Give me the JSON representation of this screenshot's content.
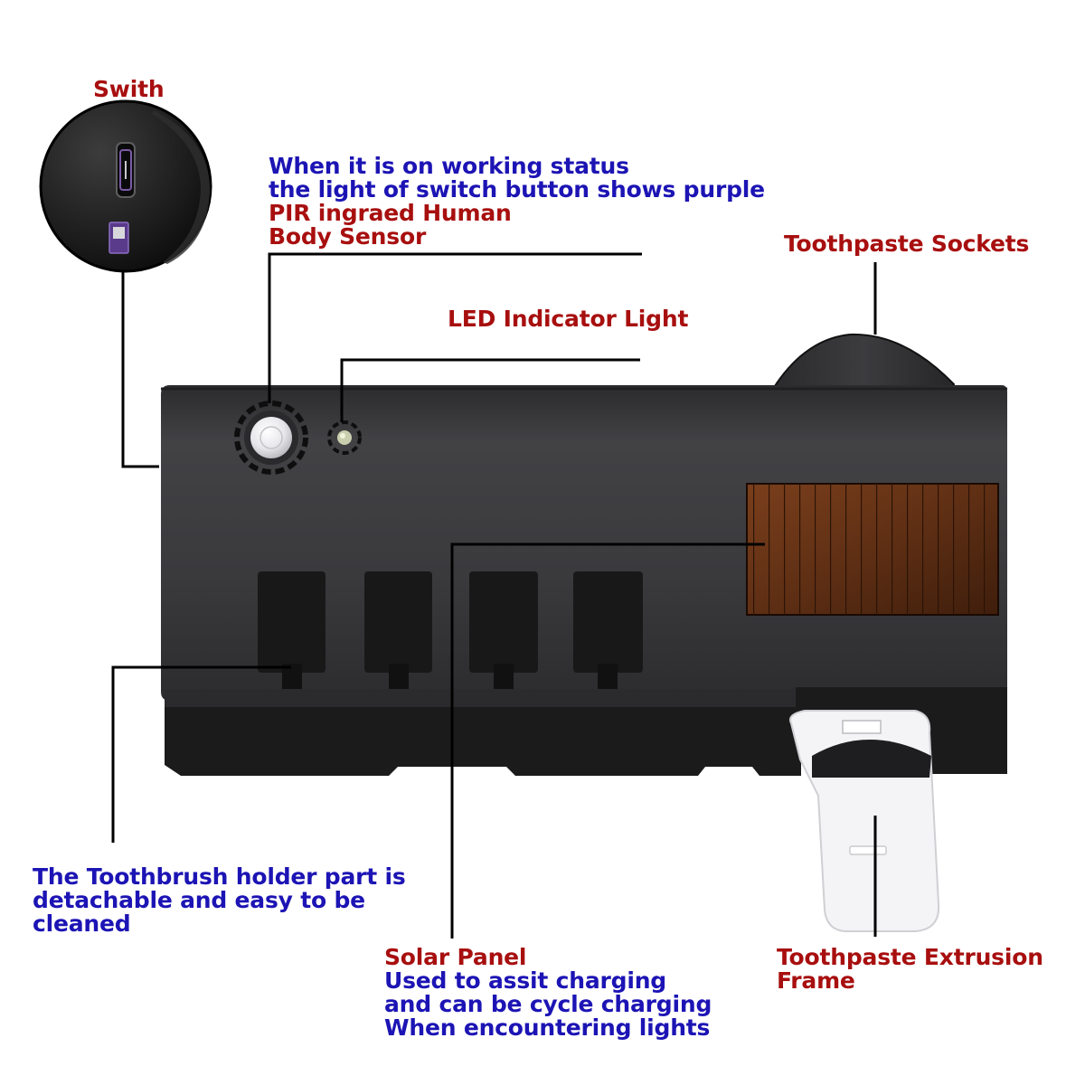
{
  "labels": {
    "switch_title": "Swith",
    "status_line1": "When it is on working status",
    "status_line2": "the light of switch button shows purple",
    "pir_line1": "PIR ingraed Human",
    "pir_line2": "Body Sensor",
    "led_title": "LED Indicator Light",
    "sockets_title": "Toothpaste Sockets",
    "holder_line1": "The Toothbrush holder part is",
    "holder_line2": "detachable and easy to be",
    "holder_line3": "cleaned",
    "solar_title": "Solar Panel",
    "solar_line1": "Used to assit charging",
    "solar_line2": "and can be cycle charging",
    "solar_line3": "When encountering lights",
    "extrusion_line1": "Toothpaste Extrusion",
    "extrusion_line2": "Frame"
  },
  "colors": {
    "title_red": "#a80f0f",
    "desc_blue": "#1c14b4",
    "body_dark": "#3a3a3c",
    "solar_brown": "#5c2e15",
    "leader_line": "#000000"
  },
  "icons": {
    "usb_port": "usb-port-icon",
    "pir_sensor": "pir-sensor-icon",
    "led": "led-indicator-icon"
  }
}
